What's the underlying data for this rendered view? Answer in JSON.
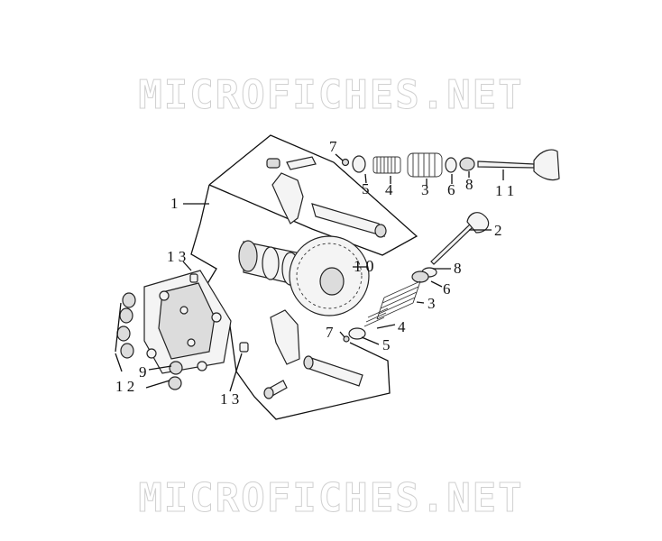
{
  "watermark": "MICROFICHES.NET",
  "callouts": {
    "c1": "1",
    "c2": "2",
    "c3a": "3",
    "c3b": "3",
    "c4a": "4",
    "c4b": "4",
    "c5a": "5",
    "c5b": "5",
    "c6a": "6",
    "c6b": "6",
    "c7a": "7",
    "c7b": "7",
    "c8a": "8",
    "c8b": "8",
    "c9": "9",
    "c10": "1 0",
    "c11": "1 1",
    "c12": "1 2",
    "c13a": "1 3",
    "c13b": "1 3"
  }
}
